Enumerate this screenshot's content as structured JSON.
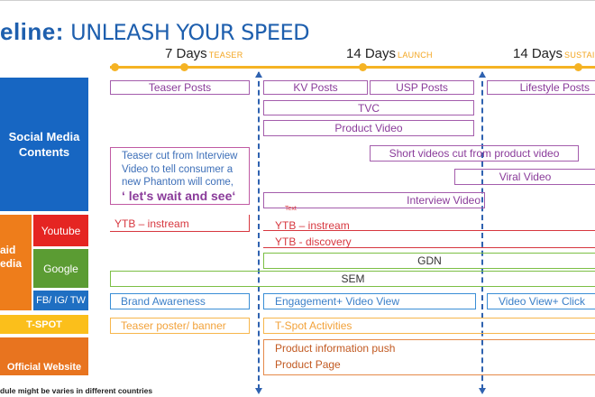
{
  "title": {
    "prefix": "eline:",
    "main": "UNLEASH YOUR SPEED"
  },
  "phases": [
    {
      "days": "7 Days",
      "tag": "TEASER"
    },
    {
      "days": "14 Days",
      "tag": "LAUNCH"
    },
    {
      "days": "14 Days",
      "tag": "SUSTAIN"
    }
  ],
  "categories": {
    "social": "Social Media Contents",
    "paid_line1": "aid",
    "paid_line2": "edia",
    "youtube": "Youtube",
    "google": "Google",
    "fb": "FB/ IG/ TW",
    "tspot": "T-SPOT",
    "website": "Official Website"
  },
  "items": {
    "teaser_posts": "Teaser  Posts",
    "kv_posts": "KV Posts",
    "usp_posts": "USP Posts",
    "lifestyle_posts": "Lifestyle Posts",
    "tvc": "TVC",
    "product_video": "Product Video",
    "short_videos": "Short videos cut from product video",
    "viral_video": "Viral  Video",
    "interview_video": "Interview Video",
    "text_tag": "Text",
    "teaser_cut_1": "Teaser cut from Interview",
    "teaser_cut_2": "Video to tell consumer a",
    "teaser_cut_3": "new Phantom will come,",
    "teaser_cut_emph": "‘ let's wait and see‘",
    "ytb_instream_1": "YTB – instream",
    "ytb_instream_2": "YTB – instream",
    "ytb_discovery": "YTB - discovery",
    "gdn": "GDN",
    "sem": "SEM",
    "brand_awareness": "Brand Awareness",
    "engagement": "Engagement+ Video View",
    "video_view_click": "Video View+ Click",
    "teaser_poster": "Teaser  poster/ banner",
    "tspot_activities": "T-Spot Activities",
    "product_info_push": "Product  information push",
    "product_page": "Product Page"
  },
  "footnote": "dule might be varies in different countries",
  "colors": {
    "title_blue": "#1e5fae",
    "axis_orange": "#f5b324",
    "social_blue": "#1766c2",
    "paid_orange": "#ee7d1b",
    "youtube_red": "#e52522",
    "google_green": "#5b9c33",
    "fb_blue": "#1f6fc2",
    "tspot_yellow": "#fbbf1b",
    "website_orange": "#e8741f",
    "social_line": "#a45dac",
    "youtube_line": "#d7373f",
    "google_line": "#7cbf45",
    "fb_line": "#3a8ed6",
    "tspot_line": "#f7b64c",
    "website_line": "#e58a4a"
  }
}
